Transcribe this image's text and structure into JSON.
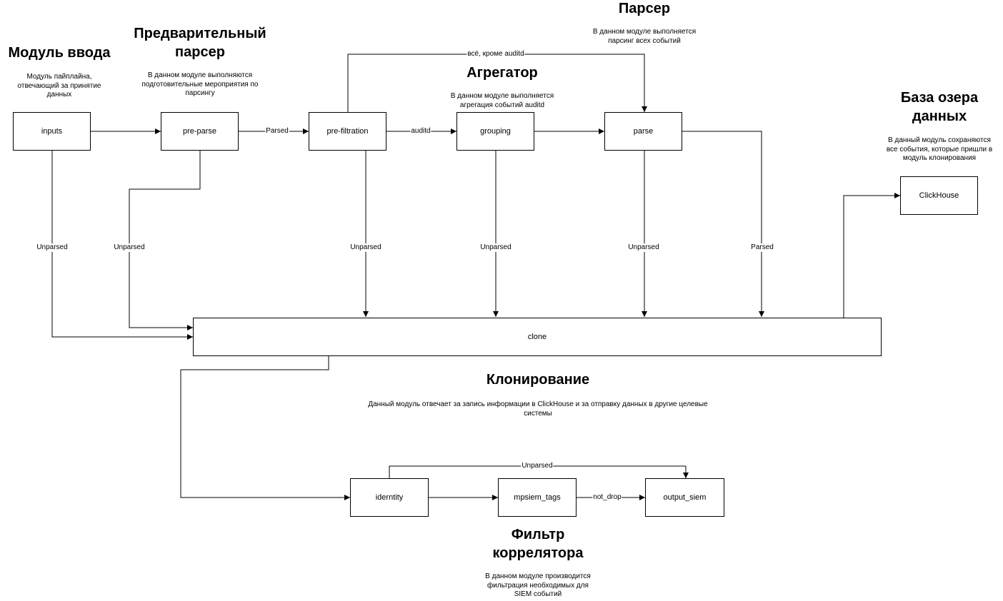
{
  "modules": {
    "input": {
      "title": "Модуль ввода",
      "desc": "Модуль пайплайна,\nотвечающий за принятие\nданных"
    },
    "preparser": {
      "title": "Предварительный\nпарсер",
      "desc": "В данном модуле выполняются\nподготовительные мероприятия по\nпарсингу"
    },
    "parser": {
      "title": "Парсер",
      "desc": "В данном модуле выполняется\nпарсинг всех событий"
    },
    "aggregator": {
      "title": "Агрегатор",
      "desc": "В данном модуле выполняется\nагрегация событий auditd"
    },
    "lake": {
      "title": "База озера\nданных",
      "desc": "В данный модуль сохраняются\nвсе события, которые пришли в\nмодуль клонирования"
    },
    "cloning": {
      "title": "Клонирование",
      "desc": "Данный модуль отвечает за запись информации в ClickHouse и за отправку данных в другие целевые\nсистемы"
    },
    "filter": {
      "title": "Фильтр\nкоррелятора",
      "desc": "В данном модуле производится\nфильтрация необходимых для\nSIEM событий"
    }
  },
  "nodes": {
    "inputs": "inputs",
    "pre_parse": "pre-parse",
    "pre_filtration": "pre-filtration",
    "grouping": "grouping",
    "parse": "parse",
    "clickhouse": "ClickHouse",
    "clone": "clone",
    "identity": "iderntity",
    "mpsiem_tags": "mpsiem_tags",
    "output_siem": "output_siem"
  },
  "edge_labels": {
    "preparse_to_prefiltration": "Parsed",
    "prefiltration_to_grouping": "auditd",
    "prefiltration_to_parse": "всё, кроме auditd",
    "inputs_unparsed": "Unparsed",
    "preparse_unparsed": "Unparsed",
    "prefiltration_unparsed": "Unparsed",
    "grouping_unparsed": "Unparsed",
    "parse_unparsed": "Unparsed",
    "parse_parsed": "Parsed",
    "identity_to_output": "Unparsed",
    "tags_to_output": "not_drop"
  }
}
